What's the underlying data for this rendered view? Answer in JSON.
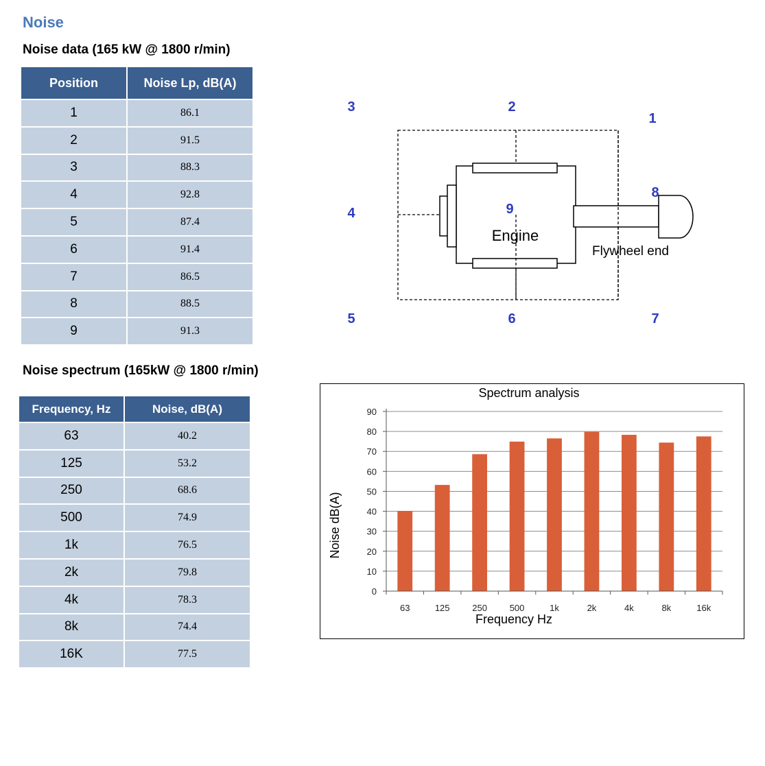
{
  "page": {
    "section_title": "Noise",
    "noise_data_title": "Noise data (165 kW @ 1800 r/min)",
    "spectrum_title": "Noise spectrum (165kW @ 1800 r/min)"
  },
  "noise_table": {
    "headers": [
      "Position",
      "Noise Lp, dB(A)"
    ],
    "rows": [
      [
        "1",
        "86.1"
      ],
      [
        "2",
        "91.5"
      ],
      [
        "3",
        "88.3"
      ],
      [
        "4",
        "92.8"
      ],
      [
        "5",
        "87.4"
      ],
      [
        "6",
        "91.4"
      ],
      [
        "7",
        "86.5"
      ],
      [
        "8",
        "88.5"
      ],
      [
        "9",
        "91.3"
      ]
    ]
  },
  "spectrum_table": {
    "headers": [
      "Frequency, Hz",
      "Noise, dB(A)"
    ],
    "rows": [
      [
        "63",
        "40.2"
      ],
      [
        "125",
        "53.2"
      ],
      [
        "250",
        "68.6"
      ],
      [
        "500",
        "74.9"
      ],
      [
        "1k",
        "76.5"
      ],
      [
        "2k",
        "79.8"
      ],
      [
        "4k",
        "78.3"
      ],
      [
        "8k",
        "74.4"
      ],
      [
        "16K",
        "77.5"
      ]
    ]
  },
  "diagram": {
    "engine_label": "Engine",
    "flywheel_label": "Flywheel end",
    "position_labels": {
      "p1": "1",
      "p2": "2",
      "p3": "3",
      "p4": "4",
      "p5": "5",
      "p6": "6",
      "p7": "7",
      "p8": "8",
      "p9": "9"
    },
    "label_color": "#2d3bbf"
  },
  "chart_data": {
    "type": "bar",
    "title": "Spectrum analysis",
    "xlabel": "Frequency     Hz",
    "ylabel": "Noise    dB(A)",
    "categories": [
      "63",
      "125",
      "250",
      "500",
      "1k",
      "2k",
      "4k",
      "8k",
      "16k"
    ],
    "values": [
      40.2,
      53.2,
      68.6,
      74.9,
      76.5,
      79.8,
      78.3,
      74.4,
      77.5
    ],
    "ylim": [
      0,
      90
    ],
    "yticks": [
      "0",
      "10",
      "20",
      "30",
      "40",
      "50",
      "60",
      "70",
      "80",
      "90"
    ],
    "grid": true,
    "bar_color": "#d95f38"
  }
}
